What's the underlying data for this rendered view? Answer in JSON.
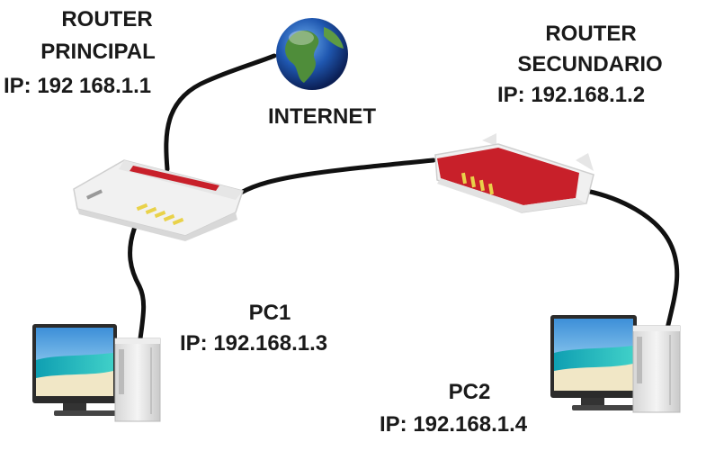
{
  "router_principal": {
    "line1": "ROUTER",
    "line2": "PRINCIPAL",
    "ip": "IP: 192 168.1.1"
  },
  "internet": {
    "label": "INTERNET"
  },
  "router_secundario": {
    "line1": "ROUTER",
    "line2": "SECUNDARIO",
    "ip": "IP: 192.168.1.2"
  },
  "pc1": {
    "name": "PC1",
    "ip": "IP: 192.168.1.3"
  },
  "pc2": {
    "name": "PC2",
    "ip": "IP: 192.168.1.4"
  },
  "colors": {
    "cable": "#111111",
    "router_red": "#c8202a",
    "router_white": "#f2f2f2",
    "led": "#e9d24a",
    "monitor_frame": "#2b2b2b",
    "screen_sky": "#5aa7de",
    "screen_sea": "#1fb3b8",
    "tower": "#e4e4e4"
  }
}
